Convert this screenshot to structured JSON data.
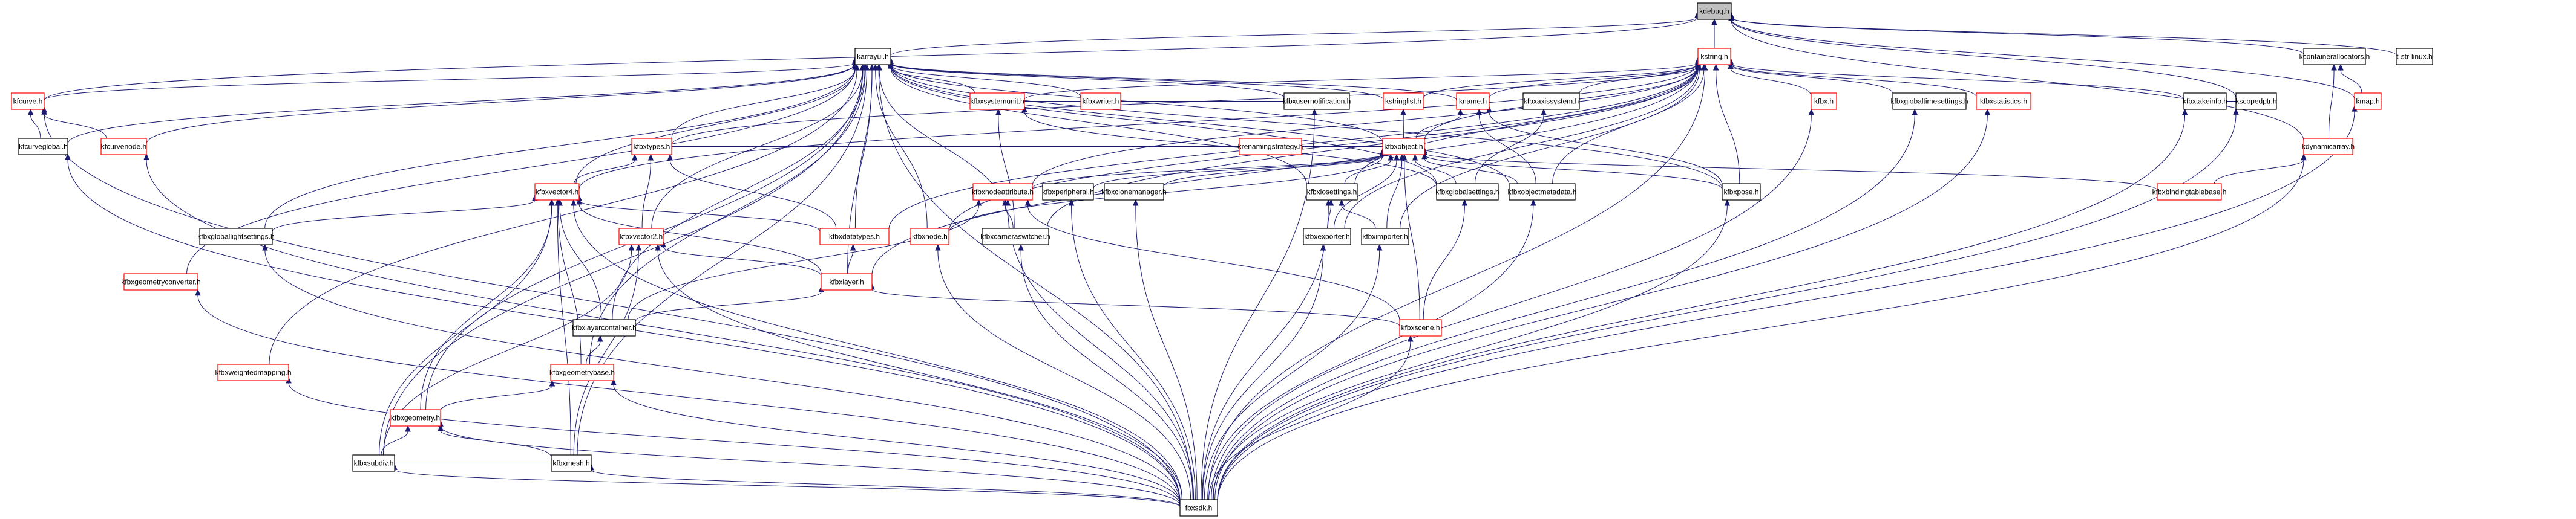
{
  "diagram": {
    "title": "kdebug.h include dependency graph (included by)",
    "colors": {
      "edge": "#191970",
      "root_fill": "#bfbfbf",
      "truncated_border": "#ff0000",
      "normal_border": "#000000"
    },
    "nodes": [
      {
        "id": "kdebug",
        "label": "kdebug.h",
        "style": "root"
      },
      {
        "id": "kstring",
        "label": "kstring.h",
        "style": "trunc"
      },
      {
        "id": "karrayul",
        "label": "karrayul.h",
        "style": "plain"
      },
      {
        "id": "tstrlinux",
        "label": "t-str-linux.h",
        "style": "plain"
      },
      {
        "id": "kcontainerallocators",
        "label": "kcontainerallocators.h",
        "style": "plain"
      },
      {
        "id": "kfcurve",
        "label": "kfcurve.h",
        "style": "trunc"
      },
      {
        "id": "kfcurveglobal",
        "label": "kfcurveglobal.h",
        "style": "plain"
      },
      {
        "id": "kfcurvenode",
        "label": "kfcurvenode.h",
        "style": "trunc"
      },
      {
        "id": "kfbxtypes",
        "label": "kfbxtypes.h",
        "style": "trunc"
      },
      {
        "id": "kfbxsystemunit",
        "label": "kfbxsystemunit.h",
        "style": "trunc"
      },
      {
        "id": "kfbxwriter",
        "label": "kfbxwriter.h",
        "style": "trunc"
      },
      {
        "id": "kfbxusernotification",
        "label": "kfbxusernotification.h",
        "style": "plain"
      },
      {
        "id": "kstringlist",
        "label": "kstringlist.h",
        "style": "trunc"
      },
      {
        "id": "kname",
        "label": "kname.h",
        "style": "trunc"
      },
      {
        "id": "kfbxaxissystem",
        "label": "kfbxaxissystem.h",
        "style": "plain"
      },
      {
        "id": "kfbx",
        "label": "kfbx.h",
        "style": "trunc"
      },
      {
        "id": "kfbxglobaltimesettings",
        "label": "kfbxglobaltimesettings.h",
        "style": "plain"
      },
      {
        "id": "kfbxstatistics",
        "label": "kfbxstatistics.h",
        "style": "trunc"
      },
      {
        "id": "kfbxtakeinfo",
        "label": "kfbxtakeinfo.h",
        "style": "plain"
      },
      {
        "id": "kscopedptr",
        "label": "kscopedptr.h",
        "style": "plain"
      },
      {
        "id": "kmap",
        "label": "kmap.h",
        "style": "trunc"
      },
      {
        "id": "krenamingstrategy",
        "label": "krenamingstrategy.h",
        "style": "trunc"
      },
      {
        "id": "kfbxobject",
        "label": "kfbxobject.h",
        "style": "trunc"
      },
      {
        "id": "kdynamicarray",
        "label": "kdynamicarray.h",
        "style": "trunc"
      },
      {
        "id": "kfbxvector4",
        "label": "kfbxvector4.h",
        "style": "trunc"
      },
      {
        "id": "kfbxnodeattribute",
        "label": "kfbxnodeattribute.h",
        "style": "trunc"
      },
      {
        "id": "kfbxperipheral",
        "label": "kfbxperipheral.h",
        "style": "plain"
      },
      {
        "id": "kfbxclonemanager",
        "label": "kfbxclonemanager.h",
        "style": "plain"
      },
      {
        "id": "kfbxiosettings",
        "label": "kfbxiosettings.h",
        "style": "plain"
      },
      {
        "id": "kfbxglobalsettings",
        "label": "kfbxglobalsettings.h",
        "style": "plain"
      },
      {
        "id": "kfbxobjectmetadata",
        "label": "kfbxobjectmetadata.h",
        "style": "plain"
      },
      {
        "id": "kfbxpose",
        "label": "kfbxpose.h",
        "style": "plain"
      },
      {
        "id": "kfbxbindingtablebase",
        "label": "kfbxbindingtablebase.h",
        "style": "trunc"
      },
      {
        "id": "kfbxgloballightsettings",
        "label": "kfbxgloballightsettings.h",
        "style": "plain"
      },
      {
        "id": "kfbxvector2",
        "label": "kfbxvector2.h",
        "style": "trunc"
      },
      {
        "id": "kfbxdatatypes",
        "label": "kfbxdatatypes.h",
        "style": "trunc"
      },
      {
        "id": "kfbxnode",
        "label": "kfbxnode.h",
        "style": "trunc"
      },
      {
        "id": "kfbxcameraswitcher",
        "label": "kfbxcameraswitcher.h",
        "style": "plain"
      },
      {
        "id": "kfbxexporter",
        "label": "kfbxexporter.h",
        "style": "plain"
      },
      {
        "id": "kfbximporter",
        "label": "kfbximporter.h",
        "style": "plain"
      },
      {
        "id": "kfbxgeometryconverter",
        "label": "kfbxgeometryconverter.h",
        "style": "trunc"
      },
      {
        "id": "kfbxlayer",
        "label": "kfbxlayer.h",
        "style": "trunc"
      },
      {
        "id": "kfbxlayercontainer",
        "label": "kfbxlayercontainer.h",
        "style": "plain"
      },
      {
        "id": "kfbxscene",
        "label": "kfbxscene.h",
        "style": "trunc"
      },
      {
        "id": "kfbxweightedmapping",
        "label": "kfbxweightedmapping.h",
        "style": "trunc"
      },
      {
        "id": "kfbxgeometrybase",
        "label": "kfbxgeometrybase.h",
        "style": "trunc"
      },
      {
        "id": "kfbxgeometry",
        "label": "kfbxgeometry.h",
        "style": "trunc"
      },
      {
        "id": "kfbxsubdiv",
        "label": "kfbxsubdiv.h",
        "style": "plain"
      },
      {
        "id": "kfbxmesh",
        "label": "kfbxmesh.h",
        "style": "plain"
      },
      {
        "id": "fbxsdk",
        "label": "fbxsdk.h",
        "style": "plain"
      }
    ],
    "edges": [
      [
        "kstring",
        "kdebug"
      ],
      [
        "karrayul",
        "kdebug"
      ],
      [
        "kcontainerallocators",
        "kdebug"
      ],
      [
        "tstrlinux",
        "kdebug"
      ],
      [
        "kmap",
        "kdebug"
      ],
      [
        "kdynamicarray",
        "kdebug"
      ],
      [
        "kfcurve",
        "kdebug"
      ],
      [
        "kscopedptr",
        "kdebug"
      ],
      [
        "kfcurve",
        "karrayul"
      ],
      [
        "kfcurveglobal",
        "karrayul"
      ],
      [
        "kfcurvenode",
        "karrayul"
      ],
      [
        "kfbxtypes",
        "karrayul"
      ],
      [
        "kfbxsystemunit",
        "karrayul"
      ],
      [
        "kfbxwriter",
        "karrayul"
      ],
      [
        "kfbxusernotification",
        "karrayul"
      ],
      [
        "kstringlist",
        "karrayul"
      ],
      [
        "kname",
        "karrayul"
      ],
      [
        "kfbxobject",
        "karrayul"
      ],
      [
        "kfbxvector4",
        "karrayul"
      ],
      [
        "kfbxvector2",
        "karrayul"
      ],
      [
        "kfbxdatatypes",
        "karrayul"
      ],
      [
        "kfbxnode",
        "karrayul"
      ],
      [
        "kfbxlayer",
        "karrayul"
      ],
      [
        "kfbxgeometryconverter",
        "karrayul"
      ],
      [
        "kfbxgloballightsettings",
        "karrayul"
      ],
      [
        "kfbxweightedmapping",
        "karrayul"
      ],
      [
        "kfbxgeometrybase",
        "karrayul"
      ],
      [
        "kfbxgeometry",
        "karrayul"
      ],
      [
        "kfbxsubdiv",
        "karrayul"
      ],
      [
        "kfbxmesh",
        "karrayul"
      ],
      [
        "kfbxlayercontainer",
        "karrayul"
      ],
      [
        "kfbxcameraswitcher",
        "karrayul"
      ],
      [
        "kfbxiosettings",
        "karrayul"
      ],
      [
        "kfbxglobalsettings",
        "karrayul"
      ],
      [
        "kfbxobjectmetadata",
        "karrayul"
      ],
      [
        "kfbxpose",
        "karrayul"
      ],
      [
        "fbxsdk",
        "karrayul"
      ],
      [
        "kfbxtypes",
        "kstring"
      ],
      [
        "kfbxsystemunit",
        "kstring"
      ],
      [
        "kstringlist",
        "kstring"
      ],
      [
        "kname",
        "kstring"
      ],
      [
        "kfbxaxissystem",
        "kstring"
      ],
      [
        "kfbx",
        "kstring"
      ],
      [
        "kfbxglobaltimesettings",
        "kstring"
      ],
      [
        "kfbxstatistics",
        "kstring"
      ],
      [
        "kfbxtakeinfo",
        "kstring"
      ],
      [
        "kfbxobject",
        "kstring"
      ],
      [
        "kfbxnodeattribute",
        "kstring"
      ],
      [
        "kfbxiosettings",
        "kstring"
      ],
      [
        "kfbxpose",
        "kstring"
      ],
      [
        "kfbxexporter",
        "kstring"
      ],
      [
        "kfbximporter",
        "kstring"
      ],
      [
        "kfbxlayer",
        "kstring"
      ],
      [
        "kfbxnode",
        "kstring"
      ],
      [
        "kfbxdatatypes",
        "kstring"
      ],
      [
        "kfbxvector4",
        "kstring"
      ],
      [
        "kfbxobjectmetadata",
        "kstring"
      ],
      [
        "fbxsdk",
        "kstring"
      ],
      [
        "kfbxcameraswitcher",
        "kstring"
      ],
      [
        "kfcurveglobal",
        "kfcurve"
      ],
      [
        "kfcurvenode",
        "kfcurve"
      ],
      [
        "fbxsdk",
        "kfcurve"
      ],
      [
        "fbxsdk",
        "kfcurveglobal"
      ],
      [
        "fbxsdk",
        "kfcurvenode"
      ],
      [
        "kfbxvector4",
        "kfbxtypes"
      ],
      [
        "kfbxvector2",
        "kfbxtypes"
      ],
      [
        "kfbxdatatypes",
        "kfbxtypes"
      ],
      [
        "kfbxobject",
        "kfbxtypes"
      ],
      [
        "kfbxobject",
        "kstringlist"
      ],
      [
        "kfbxobject",
        "kname"
      ],
      [
        "kfbxobjectmetadata",
        "kname"
      ],
      [
        "kfbxpose",
        "kname"
      ],
      [
        "kfbxnodeattribute",
        "kfbxobject"
      ],
      [
        "kfbxperipheral",
        "kfbxobject"
      ],
      [
        "kfbxclonemanager",
        "kfbxobject"
      ],
      [
        "kfbxiosettings",
        "kfbxobject"
      ],
      [
        "kfbxglobalsettings",
        "kfbxobject"
      ],
      [
        "kfbxobjectmetadata",
        "kfbxobject"
      ],
      [
        "kfbxpose",
        "kfbxobject"
      ],
      [
        "kfbxnode",
        "kfbxobject"
      ],
      [
        "kfbxexporter",
        "kfbxobject"
      ],
      [
        "kfbximporter",
        "kfbxobject"
      ],
      [
        "kfbxscene",
        "kfbxobject"
      ],
      [
        "kfbxbindingtablebase",
        "kfbxobject"
      ],
      [
        "kfbxgloballightsettings",
        "kfbxvector4"
      ],
      [
        "kfbxdatatypes",
        "kfbxvector4"
      ],
      [
        "kfbxlayer",
        "kfbxvector4"
      ],
      [
        "kfbxlayercontainer",
        "kfbxvector4"
      ],
      [
        "kfbxgeometrybase",
        "kfbxvector4"
      ],
      [
        "kfbxgeometry",
        "kfbxvector4"
      ],
      [
        "kfbxsubdiv",
        "kfbxvector4"
      ],
      [
        "kfbxmesh",
        "kfbxvector4"
      ],
      [
        "fbxsdk",
        "kfbxvector4"
      ],
      [
        "kfbxlayer",
        "kfbxvector2"
      ],
      [
        "kfbxsubdiv",
        "kfbxvector2"
      ],
      [
        "kfbxmesh",
        "kfbxvector2"
      ],
      [
        "fbxsdk",
        "kfbxvector2"
      ],
      [
        "kfbxlayer",
        "kfbxdatatypes"
      ],
      [
        "fbxsdk",
        "kfbxnode"
      ],
      [
        "kfbxcameraswitcher",
        "kfbxnodeattribute"
      ],
      [
        "kfbxscene",
        "kfbxnodeattribute"
      ],
      [
        "fbxsdk",
        "kfbxnodeattribute"
      ],
      [
        "kfbxlayercontainer",
        "kfbxnodeattribute"
      ],
      [
        "fbxsdk",
        "kfbxperipheral"
      ],
      [
        "fbxsdk",
        "kfbxclonemanager"
      ],
      [
        "fbxsdk",
        "kfbxcameraswitcher"
      ],
      [
        "kfbxexporter",
        "kfbxiosettings"
      ],
      [
        "kfbximporter",
        "kfbxiosettings"
      ],
      [
        "fbxsdk",
        "kfbxiosettings"
      ],
      [
        "fbxsdk",
        "kfbxexporter"
      ],
      [
        "fbxsdk",
        "kfbximporter"
      ],
      [
        "kfbxscene",
        "kfbxglobalsettings"
      ],
      [
        "fbxsdk",
        "kfbxobjectmetadata"
      ],
      [
        "fbxsdk",
        "kfbxpose"
      ],
      [
        "fbxsdk",
        "kfbxgloballightsettings"
      ],
      [
        "fbxsdk",
        "kfbxgeometryconverter"
      ],
      [
        "kfbxlayercontainer",
        "kfbxlayer"
      ],
      [
        "kfbxscene",
        "kfbxlayer"
      ],
      [
        "kfbxgeometrybase",
        "kfbxlayercontainer"
      ],
      [
        "kfbxgeometry",
        "kfbxgeometrybase"
      ],
      [
        "fbxsdk",
        "kfbxgeometrybase"
      ],
      [
        "kfbxsubdiv",
        "kfbxgeometry"
      ],
      [
        "kfbxmesh",
        "kfbxgeometry"
      ],
      [
        "fbxsdk",
        "kfbxgeometry"
      ],
      [
        "kfbxmesh",
        "kfbxsubdiv"
      ],
      [
        "fbxsdk",
        "kfbxsubdiv"
      ],
      [
        "fbxsdk",
        "kfbxmesh"
      ],
      [
        "fbxsdk",
        "kfbxscene"
      ],
      [
        "fbxsdk",
        "kfbxweightedmapping"
      ],
      [
        "fbxsdk",
        "kfbx"
      ],
      [
        "fbxsdk",
        "kfbxglobaltimesettings"
      ],
      [
        "fbxsdk",
        "kfbxstatistics"
      ],
      [
        "fbxsdk",
        "kfbxtakeinfo"
      ],
      [
        "fbxsdk",
        "kscopedptr"
      ],
      [
        "fbxsdk",
        "kdynamicarray"
      ],
      [
        "fbxsdk",
        "kmap"
      ],
      [
        "kdynamicarray",
        "kcontainerallocators"
      ],
      [
        "kmap",
        "kcontainerallocators"
      ],
      [
        "kfbxtakeinfo",
        "kscopedptr"
      ],
      [
        "kfbxbindingtablebase",
        "kdynamicarray"
      ],
      [
        "kfbxcameraswitcher",
        "kfbxsystemunit"
      ],
      [
        "kfbxusernotification",
        "kfbxsystemunit"
      ],
      [
        "fbxsdk",
        "kfbxusernotification"
      ],
      [
        "kfbxglobalsettings",
        "kfbxaxissystem"
      ],
      [
        "kfbxglobalsettings",
        "kfbxsystemunit"
      ]
    ]
  }
}
